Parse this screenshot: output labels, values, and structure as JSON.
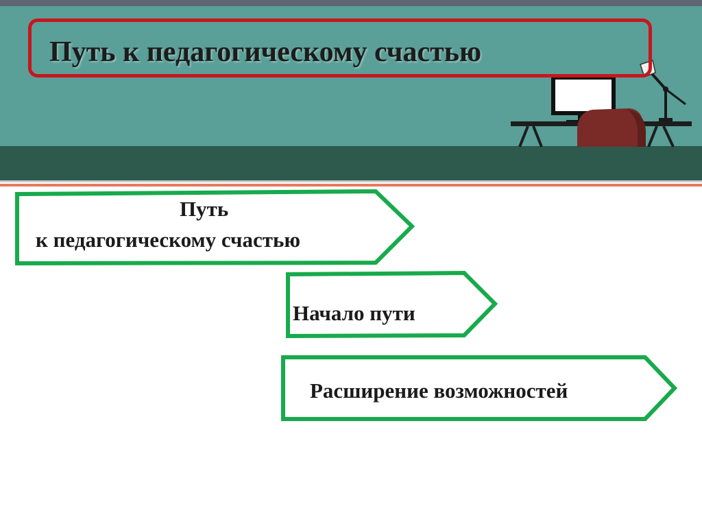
{
  "header": {
    "title": "Путь к педагогическому счастью"
  },
  "steps": [
    {
      "line1": "Путь",
      "line2": "к педагогическому счастью"
    },
    {
      "label": "Начало пути"
    },
    {
      "label": "Расширение возможностей"
    }
  ],
  "colors": {
    "banner": "#5a9f98",
    "banner_dark": "#2d5a4c",
    "title_border": "#c8161d",
    "arrow_border": "#18aa4c",
    "accent_line": "#e87a5e"
  },
  "icons": [
    "desk-illustration",
    "monitor-icon",
    "desk-lamp-icon",
    "office-chair-icon"
  ]
}
